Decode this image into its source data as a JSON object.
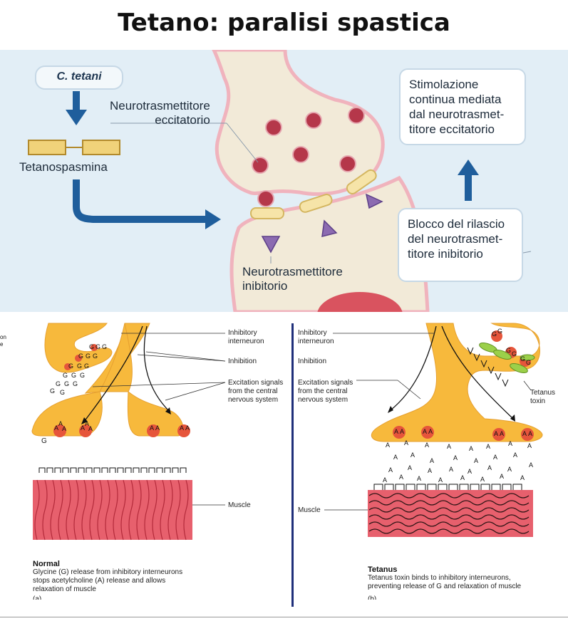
{
  "title": "Tetano: paralisi spastica",
  "top": {
    "pill": "C. tetani",
    "toxin_label": "Tetanospasmina",
    "excit_label": "Neurotrasmettitore\neccitatorio",
    "inhib_label": "Neurotrasmettitore\ninibitorio",
    "box_stim": "Stimolazione\ncontinua mediata\ndal neurotrasmet-\ntitore eccitatorio",
    "box_block": "Blocco del rilascio\ndel neurotrasmet-\ntitore inibitorio"
  },
  "left_panel": {
    "cut_labels": [
      "on",
      "e"
    ],
    "label_interneuron": "Inhibitory\ninterneuron",
    "label_inhibition": "Inhibition",
    "label_excitation": "Excitation signals\nfrom the central\nnervous system",
    "label_muscle": "Muscle",
    "g_mark": "G",
    "caption_title": "Normal",
    "caption_text": "Glycine (G) release from inhibitory interneurons\nstops acetylcholine (A) release and allows\nrelaxation of muscle",
    "caption_letter": "(a)"
  },
  "right_panel": {
    "label_interneuron": "Inhibitory\ninterneuron",
    "label_inhibition": "Inhibition",
    "label_excitation": "Excitation signals\nfrom the central\nnervous system",
    "label_toxin": "Tetanus\ntoxin",
    "label_muscle": "Muscle",
    "caption_title": "Tetanus",
    "caption_text": "Tetanus toxin binds to inhibitory interneurons,\npreventing release of G and relaxation of muscle",
    "caption_letter": "(b)"
  },
  "colors": {
    "panel_bg": "#e2eef6",
    "neuron_fill": "#f2ead8",
    "neuron_stroke": "#f0b3bd",
    "arrow_blue": "#1f5e9c",
    "toxin_gold": "#f0d27a",
    "vesicle_red": "#b5374a",
    "inhib_purple": "#8c6bb1",
    "yellow_neuron": "#f7b93c",
    "muscle_red": "#e7606d",
    "divider_navy": "#1f2f7a"
  }
}
